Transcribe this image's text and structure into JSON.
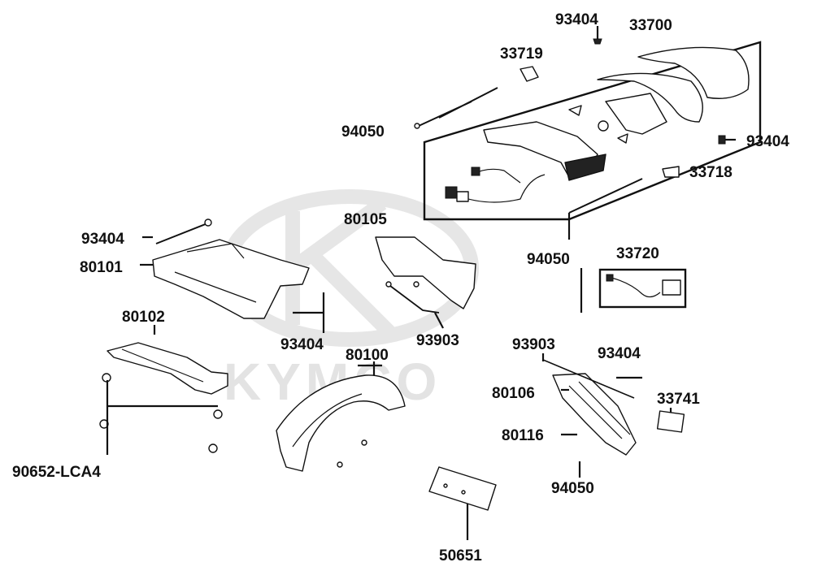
{
  "watermark": {
    "brand": "KYMCO"
  },
  "labels": {
    "l33700": "33700",
    "l93404_top": "93404",
    "l33719": "33719",
    "l94050_left": "94050",
    "l93404_right": "93404",
    "l33718": "33718",
    "l80105": "80105",
    "l93404_left": "93404",
    "l80101": "80101",
    "l94050_mid": "94050",
    "l33720": "33720",
    "l80102": "80102",
    "l93404_center": "93404",
    "l93903_mid": "93903",
    "l80100": "80100",
    "l93903_right": "93903",
    "l93404_right2": "93404",
    "l80106": "80106",
    "l33741": "33741",
    "l80116": "80116",
    "l90652": "90652-LCA4",
    "l94050_bottom": "94050",
    "l50651": "50651"
  }
}
